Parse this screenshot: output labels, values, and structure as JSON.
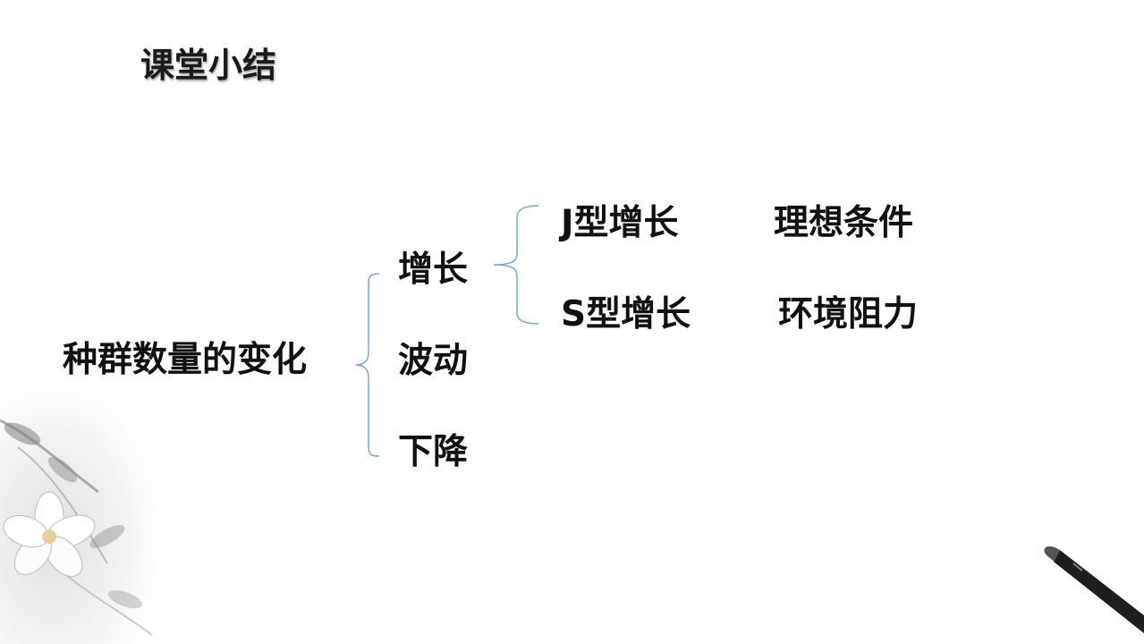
{
  "title": "课堂小结",
  "root": "种群数量的变化",
  "level1": [
    "增长",
    "波动",
    "下降"
  ],
  "level2": [
    "J型增长",
    "S型增长"
  ],
  "conditions": [
    "理想条件",
    "环境阻力"
  ],
  "colors": {
    "text": "#111111",
    "bracket": "#6fa8d6",
    "background": "#ffffff"
  }
}
